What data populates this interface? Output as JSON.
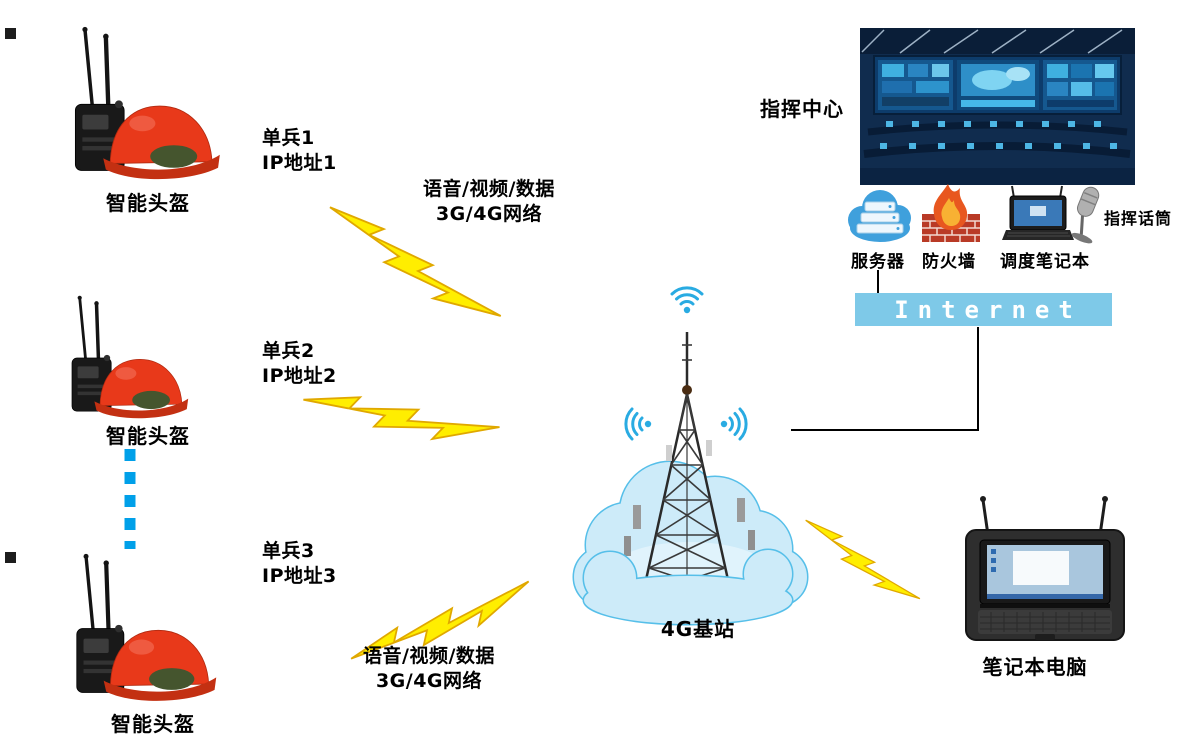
{
  "soldiers": [
    {
      "name": "智能头盔",
      "unit": "单兵1",
      "ip": "IP地址1"
    },
    {
      "name": "智能头盔",
      "unit": "单兵2",
      "ip": "IP地址2"
    },
    {
      "name": "智能头盔",
      "unit": "单兵3",
      "ip": "IP地址3"
    }
  ],
  "links": {
    "top": {
      "line1": "语音/视频/数据",
      "line2": "3G/4G网络"
    },
    "bottom": {
      "line1": "语音/视频/数据",
      "line2": "3G/4G网络"
    }
  },
  "base_station": {
    "label": "4G基站"
  },
  "command_center": {
    "label": "指挥中心"
  },
  "infrastructure": {
    "server": "服务器",
    "firewall": "防火墙",
    "dispatch_laptop": "调度笔记本",
    "microphone": "指挥话筒"
  },
  "internet": {
    "label": "Internet"
  },
  "laptop": {
    "label": "笔记本电脑"
  },
  "icons": {
    "wifi_signal": "wifi-arcs",
    "lightning_link": "lightning-bolt",
    "server_cloud": "cloud-server",
    "firewall": "brick-wall-flame",
    "microphone": "microphone",
    "helmet_unit": "antenna-radio-helmet",
    "base_station": "lattice-tower-in-cloud",
    "rugged_laptop": "laptop-with-antennas"
  },
  "colors": {
    "bolt_fill": "#ffee00",
    "bolt_outline": "#e0a800",
    "internet_bar_bg": "#7ec9e8",
    "internet_text": "#ffffff",
    "wifi_blue": "#29abe2",
    "dotted_link_blue": "#00a0e9",
    "helmet_red": "#e8391a",
    "cloud_fill": "#cdebf9",
    "cloud_outline": "#56bfe9",
    "text_black": "#000000"
  }
}
